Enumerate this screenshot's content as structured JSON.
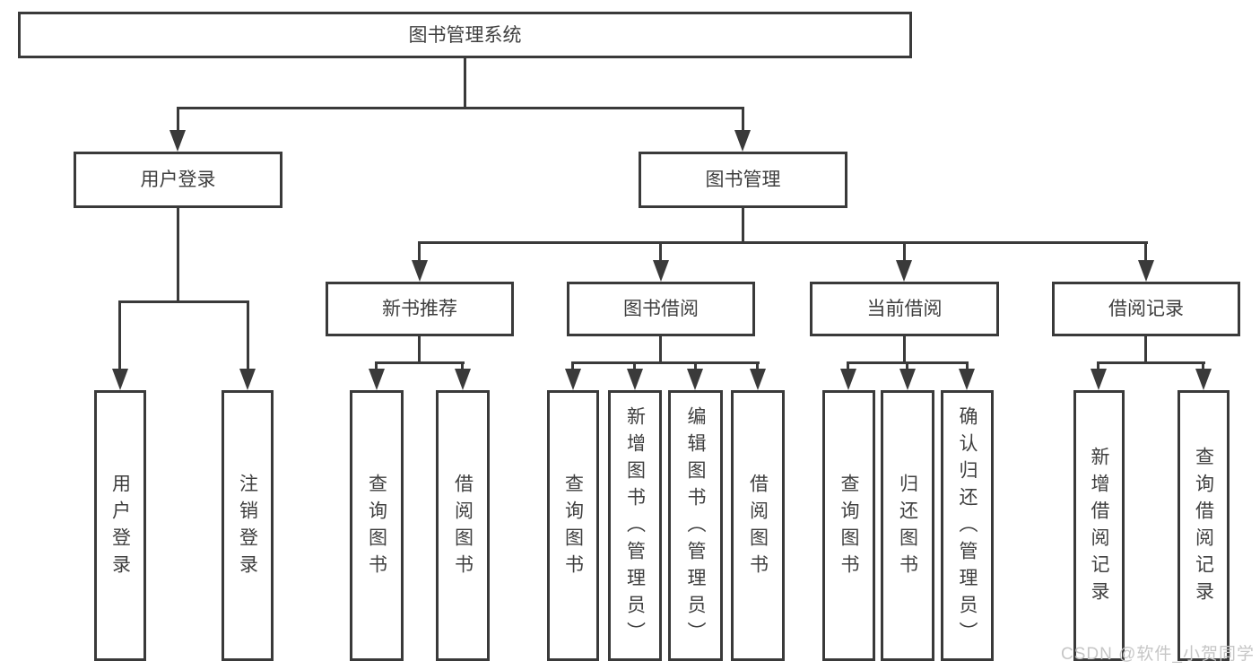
{
  "nodes": {
    "root": "图书管理系统",
    "branches": [
      {
        "label": "用户登录",
        "children": [
          "用户登录",
          "注销登录"
        ]
      },
      {
        "label": "图书管理",
        "groups": [
          {
            "label": "新书推荐",
            "children": [
              "查询图书",
              "借阅图书"
            ]
          },
          {
            "label": "图书借阅",
            "children": [
              "查询图书",
              "新增图书（管理员）",
              "编辑图书（管理员）",
              "借阅图书"
            ]
          },
          {
            "label": "当前借阅",
            "children": [
              "查询图书",
              "归还图书",
              "确认归还（管理员）"
            ]
          },
          {
            "label": "借阅记录",
            "children": [
              "新增借阅记录",
              "查询借阅记录"
            ]
          }
        ]
      }
    ]
  },
  "watermark": {
    "text": "CSDN @软件_小贺同学"
  },
  "colors": {
    "line": "#3a3a3a",
    "text": "#3f3f3f",
    "watermark": "#c6c6c6"
  }
}
